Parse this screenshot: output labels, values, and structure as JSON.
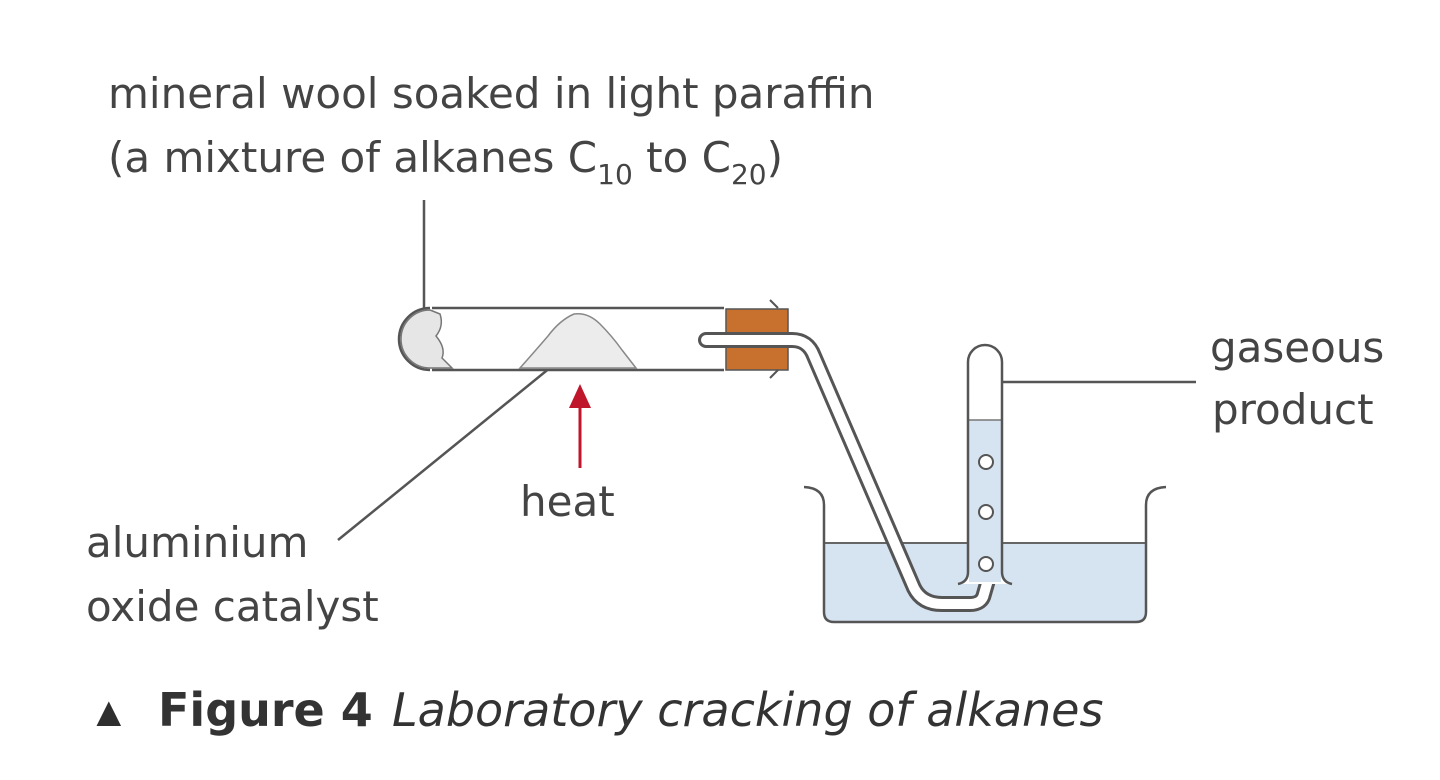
{
  "labels": {
    "mineral_wool_line1": "mineral wool soaked in light paraffin",
    "mineral_wool_line2_prefix": "(a mixture of alkanes C",
    "mineral_wool_sub1": "10",
    "mineral_wool_mid": " to C",
    "mineral_wool_sub2": "20",
    "mineral_wool_suffix": ")",
    "gaseous_line1": "gaseous",
    "gaseous_line2": "product",
    "heat": "heat",
    "catalyst_line1": "aluminium",
    "catalyst_line2": "oxide catalyst"
  },
  "caption": {
    "marker": "▲",
    "number": "Figure 4",
    "text": "Laboratory cracking of alkanes"
  },
  "colors": {
    "line": "#555555",
    "water": "#d6e3f1",
    "stopper": "#c8702e",
    "heat_arrow": "#c0162c",
    "wool": "#e8e8e8"
  }
}
